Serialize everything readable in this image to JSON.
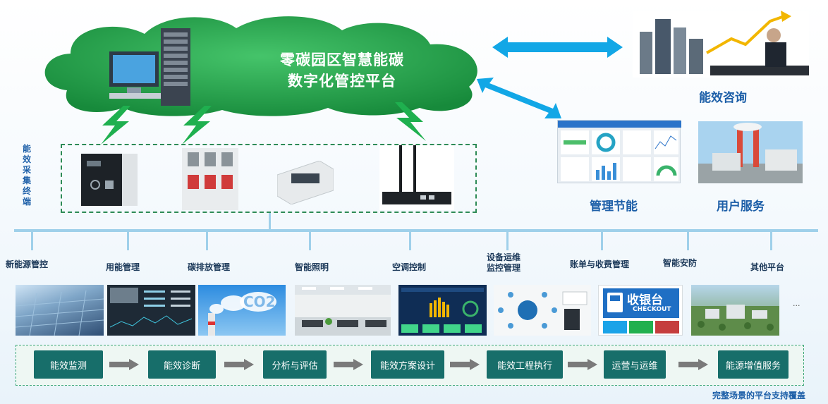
{
  "platform": {
    "title_line1": "零碳园区智慧能碳",
    "title_line2": "数字化管控平台"
  },
  "collection": {
    "label": "能效采集终端"
  },
  "services": {
    "consulting": "能效咨询",
    "management": "管理节能",
    "user_service": "用户服务"
  },
  "scenes": [
    {
      "label": "新能源管控"
    },
    {
      "label": "用能管理"
    },
    {
      "label": "碳排放管理"
    },
    {
      "label": "智能照明"
    },
    {
      "label": "空调控制"
    },
    {
      "label": "设备运维\n监控管理"
    },
    {
      "label": "账单与收费管理"
    },
    {
      "label": "智能安防"
    },
    {
      "label": "其他平台"
    }
  ],
  "scene_images": {
    "co2_text": "CO2",
    "checkout_cn": "收银台",
    "checkout_en": "CHECKOUT",
    "ellipsis": "..."
  },
  "process": {
    "steps": [
      "能效监测",
      "能效诊断",
      "分析与评估",
      "能效方案设计",
      "能效工程执行",
      "运营与运维",
      "能源增值服务"
    ]
  },
  "footnote": "完整场景的平台支持覆盖",
  "colors": {
    "cloud_green": "#1fa34a",
    "step_teal": "#176e6a",
    "label_blue": "#1d5fa8",
    "bus_blue": "#9fd0ea",
    "arrow_cyan": "#12a7e6"
  }
}
